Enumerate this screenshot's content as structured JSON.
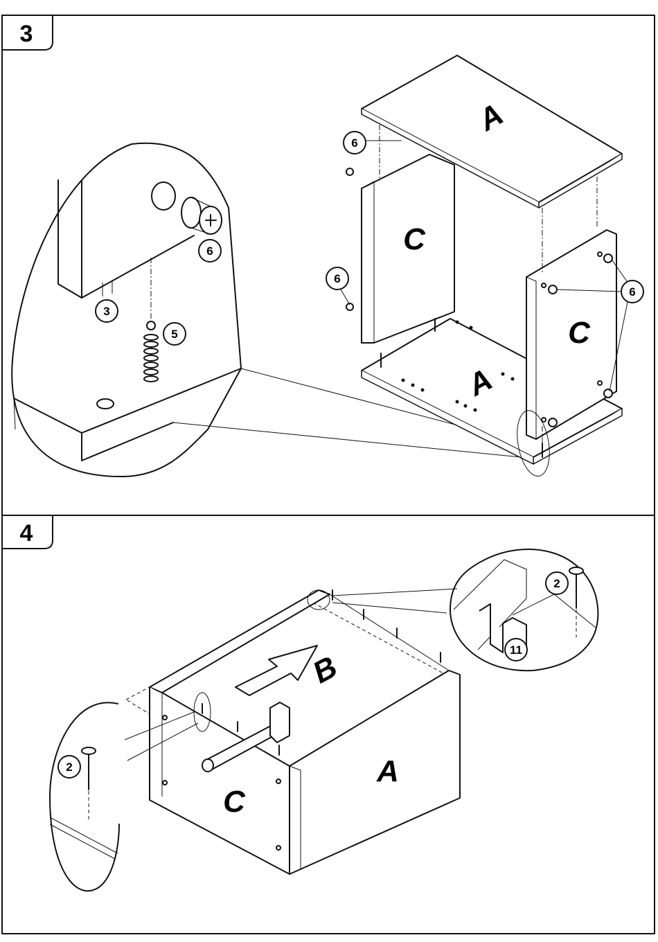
{
  "steps": [
    {
      "number": "3",
      "callouts": [
        "6",
        "6",
        "6",
        "3",
        "5",
        "6"
      ],
      "panel_labels": [
        "A",
        "C",
        "C",
        "A"
      ]
    },
    {
      "number": "4",
      "callouts": [
        "2",
        "11",
        "2"
      ],
      "panel_labels": [
        "B",
        "A",
        "C"
      ]
    }
  ]
}
